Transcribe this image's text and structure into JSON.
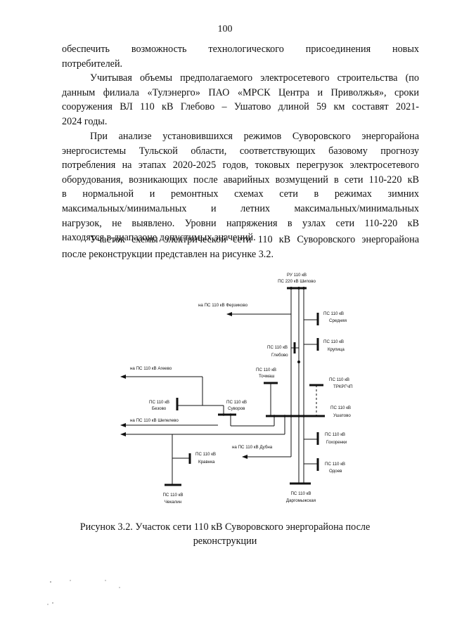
{
  "page_number": "100",
  "paragraphs": {
    "p1": [
      "обеспечить возможность технологического присоединения новых",
      "потребителей."
    ],
    "p2": [
      "Учитывая объемы предполагаемого электросетевого строительства (по",
      "данным филиала «Тулэнерго» ПАО «МРСК Центра и Приволжья», сроки",
      "сооружения ВЛ 110 кВ Глебово – Ушатово длиной 59 км составят 2021-",
      "2024 годы."
    ],
    "p3": [
      "При анализе установившихся режимов Суворовского энергорайона",
      "энергосистемы Тульской области, соответствующих базовому прогнозу",
      "потребления на этапах 2020-2025 годов, токовых перегрузок электросетевого",
      "оборудования, возникающих после аварийных возмущений в сети 110-220 кВ",
      "в нормальной и ремонтных схемах сети в режимах зимних",
      "максимальных/минимальных и летних максимальных/минимальных",
      "нагрузок, не выявлено. Уровни напряжения в узлах сети 110-220 кВ",
      "находятся в диапазоне допустимых значений."
    ],
    "p4": [
      "Участок схемы электрической сети 110 кВ Суворовского энергорайона",
      "после реконструкции представлен на рисунке 3.2."
    ]
  },
  "diagram": {
    "labels": {
      "ru110_l1": "РУ 110 кВ",
      "ru110_l2": "ПС 220 кВ Шипово",
      "to_ferzikovo": "на ПС 110 кВ Ферзиково",
      "srednyaya_l1": "ПС 110 кВ",
      "srednyaya_l2": "Средняя",
      "krutoe_l1": "ПС 110 кВ",
      "krutoe_l2": "Крупица",
      "glebovo_l1": "ПС 110 кВ",
      "glebovo_l2": "Глебово",
      "to_ageevo": "на ПС 110 кВ Агеево",
      "tochmash_l1": "ПС 110 кВ",
      "tochmash_l2": "Точмаш",
      "trkrgchp_l1": "ПС 110 кВ",
      "trkrgchp_l2": "ТРКРГЧП",
      "bezovo_l1": "ПС 110 кВ",
      "bezovo_l2": "Безово",
      "suvorov_l1": "ПС 110 кВ",
      "suvorov_l2": "Суворов",
      "ushatovo_l1": "ПС 110 кВ",
      "ushatovo_l2": "Ушатово",
      "to_shepelevo": "на ПС 110 кВ Шепелево",
      "gorokhovka_l1": "ПС 110 кВ",
      "gorokhovka_l2": "Гохоренки",
      "to_dubna": "на ПС 110 кВ Дубна",
      "kravnka_l1": "ПС 110 кВ",
      "kravnka_l2": "Кравнка",
      "odoev_l1": "ПС 110 кВ",
      "odoev_l2": "Одоев",
      "chekalin_l1": "ПС 110 кВ",
      "chekalin_l2": "Чекалин",
      "dargomyzh_l1": "ПС 110 кВ",
      "dargomyzh_l2": "Даргомыжская"
    }
  },
  "caption": {
    "line1": "Рисунок 3.2. Участок сети 110 кВ Суворовского энергорайона после",
    "line2": "реконструкции"
  }
}
